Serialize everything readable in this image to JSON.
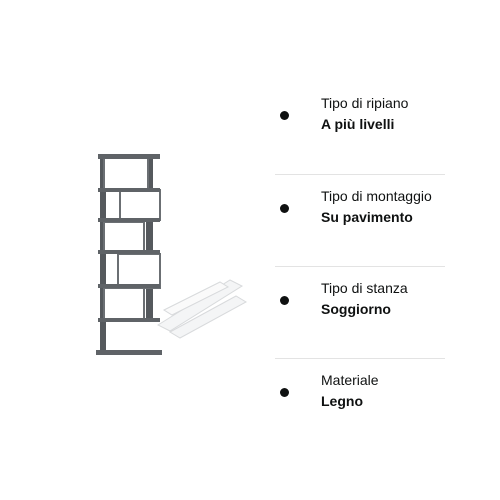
{
  "colors": {
    "shelf": "#5d6165",
    "shelf_dark": "#4d5155",
    "text": "#0f1111",
    "divider": "#e3e3e3"
  },
  "attributes": [
    {
      "icon": "bullet-dot",
      "label": "Tipo di ripiano",
      "value": "A più livelli"
    },
    {
      "icon": "bullet-dot",
      "label": "Tipo di montaggio",
      "value": "Su pavimento"
    },
    {
      "icon": "bullet-dot",
      "label": "Tipo di stanza",
      "value": "Soggiorno"
    },
    {
      "icon": "bullet-dot",
      "label": "Materiale",
      "value": "Legno"
    }
  ]
}
